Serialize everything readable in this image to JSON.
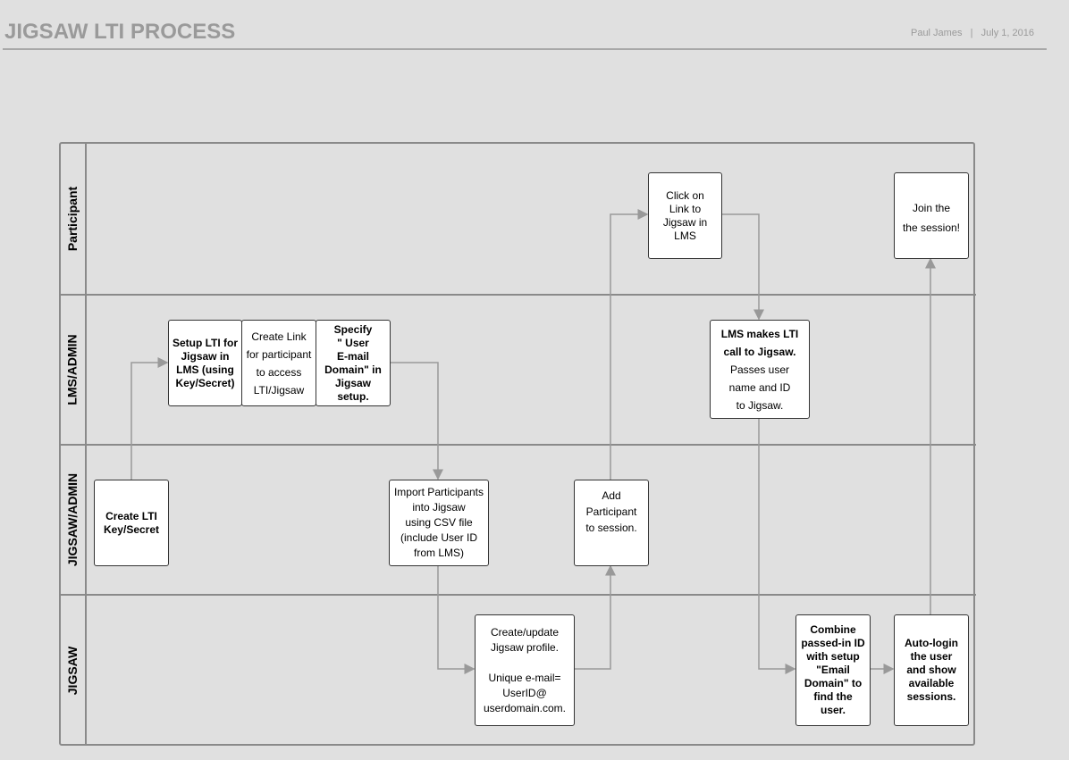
{
  "header": {
    "title": "JIGSAW LTI PROCESS",
    "author": "Paul James",
    "separator": "|",
    "date": "July 1, 2016"
  },
  "lanes": [
    "Participant",
    "LMS/ADMIN",
    "JIGSAW/ADMIN",
    "JIGSAW"
  ],
  "boxes": {
    "setup_lti": [
      "Setup LTI for",
      "Jigsaw in",
      "LMS (using",
      "Key/Secret)"
    ],
    "create_link": [
      "Create Link",
      "for participant",
      "to access",
      "LTI/Jigsaw"
    ],
    "specify": [
      "Specify",
      "\"  User",
      "E-mail",
      "Domain\" in",
      "Jigsaw",
      "setup."
    ],
    "create_key": [
      "Create LTI",
      "Key/Secret"
    ],
    "import": [
      "Import Participants",
      "into Jigsaw",
      "using CSV file",
      "(include User ID",
      "from LMS)"
    ],
    "add_participant": [
      "Add",
      "Participant",
      "to session."
    ],
    "click_link": [
      "Click on",
      "Link to",
      "Jigsaw in",
      "LMS"
    ],
    "lms_makes": [
      "LMS makes LTI",
      "call to Jigsaw.",
      "Passes user",
      "name and ID",
      "to Jigsaw."
    ],
    "join": [
      "Join the",
      "the session!"
    ],
    "create_update": [
      "Create/update",
      "Jigsaw profile.",
      "",
      "Unique e-mail=",
      "UserID@",
      "userdomain.com."
    ],
    "combine": [
      "Combine",
      "passed-in ID",
      "with setup",
      "\"Email",
      "Domain\" to",
      "find the",
      "user."
    ],
    "auto_login": [
      "Auto-login",
      "the  user",
      "and show",
      "available",
      "sessions."
    ]
  },
  "colors": {
    "background": "#e0e0e0",
    "line": "#999999",
    "frame": "#8a8a8a"
  }
}
